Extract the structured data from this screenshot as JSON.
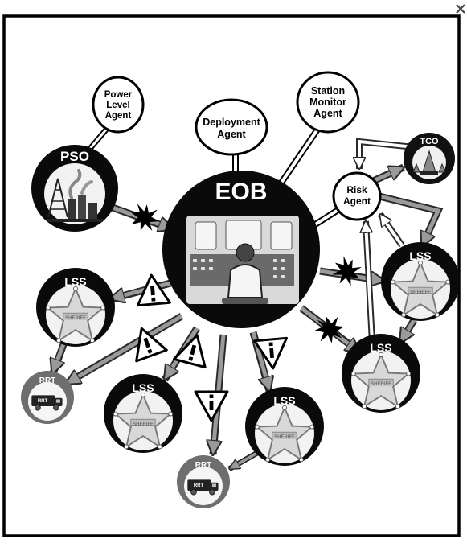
{
  "nodes": {
    "eob": {
      "label": "EOB"
    },
    "pso": {
      "label": "PSO"
    },
    "tco": {
      "label": "TCO"
    },
    "lss_left": {
      "label": "LSS",
      "badge": "SHERIFF"
    },
    "lss_bottom_left": {
      "label": "LSS",
      "badge": "SHERIFF"
    },
    "lss_bottom_right": {
      "label": "LSS",
      "badge": "SHERIFF"
    },
    "lss_right_upper": {
      "label": "LSS",
      "badge": "SHERIFF"
    },
    "lss_right_lower": {
      "label": "LSS",
      "badge": "SHERIFF"
    },
    "rrt_left": {
      "label": "RRT",
      "truck": "RRT"
    },
    "rrt_bottom": {
      "label": "RRT",
      "truck": "RRT"
    }
  },
  "agents": {
    "power_level": [
      "Power",
      "Level",
      "Agent"
    ],
    "deployment": [
      "Deployment",
      "Agent"
    ],
    "station_monitor": [
      "Station",
      "Monitor",
      "Agent"
    ],
    "risk": [
      "Risk",
      "Agent"
    ]
  },
  "colors": {
    "frame": "#000000",
    "ring": "#0a0a0a",
    "arrow_fill": "#9a9a9a",
    "arrow_outline": "#2a2a2a",
    "star": "#d8d8d8",
    "rrt_ring": "#6e6e6e",
    "tco_ring": "#111111"
  },
  "icons": {
    "close": "close-icon",
    "warning": "warning-triangle-icon",
    "burst": "signal-burst-icon",
    "operator": "operator-icon",
    "power_plant": "power-plant-icon",
    "star": "sheriff-star-icon",
    "truck": "truck-icon",
    "cone": "traffic-cone-icon"
  }
}
